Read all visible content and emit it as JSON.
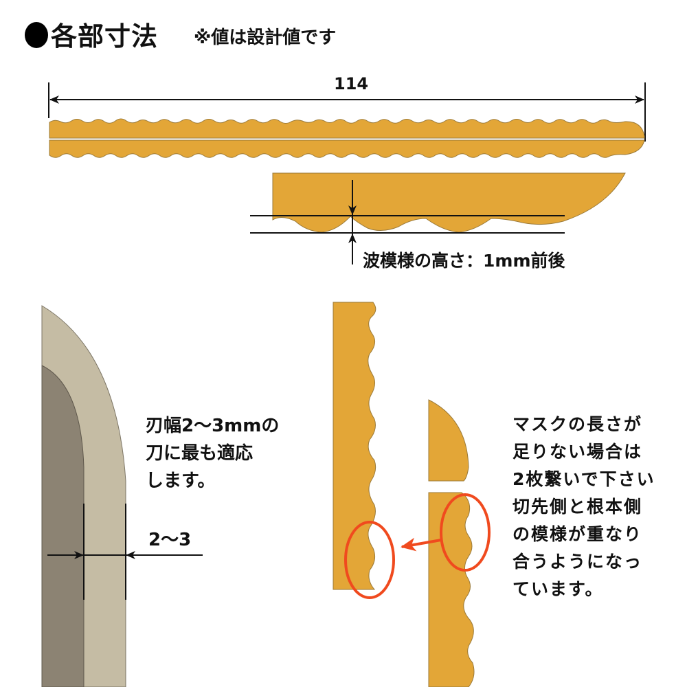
{
  "header": {
    "title": "各部寸法",
    "subtitle": "※値は設計値です"
  },
  "overall_length": {
    "value": "114"
  },
  "wave_detail": {
    "label": "波模様の高さ：1mm前後"
  },
  "blade_section": {
    "note": "刃幅2〜3mmの\n刀に最も適応\nします。",
    "dimension": "2〜3"
  },
  "joining_section": {
    "note": "マスクの長さが\n足りない場合は\n2枚繋いで下さい\n切先側と根本側\nの模様が重なり\n合うようになっ\nています。"
  },
  "colors": {
    "mask_fill": "#E3A637",
    "mask_edge": "#9A7A3A",
    "blade_outer": "#C5BCA4",
    "blade_inner": "#8C8373",
    "highlight_circle": "#F04A1E",
    "line": "#111111"
  }
}
